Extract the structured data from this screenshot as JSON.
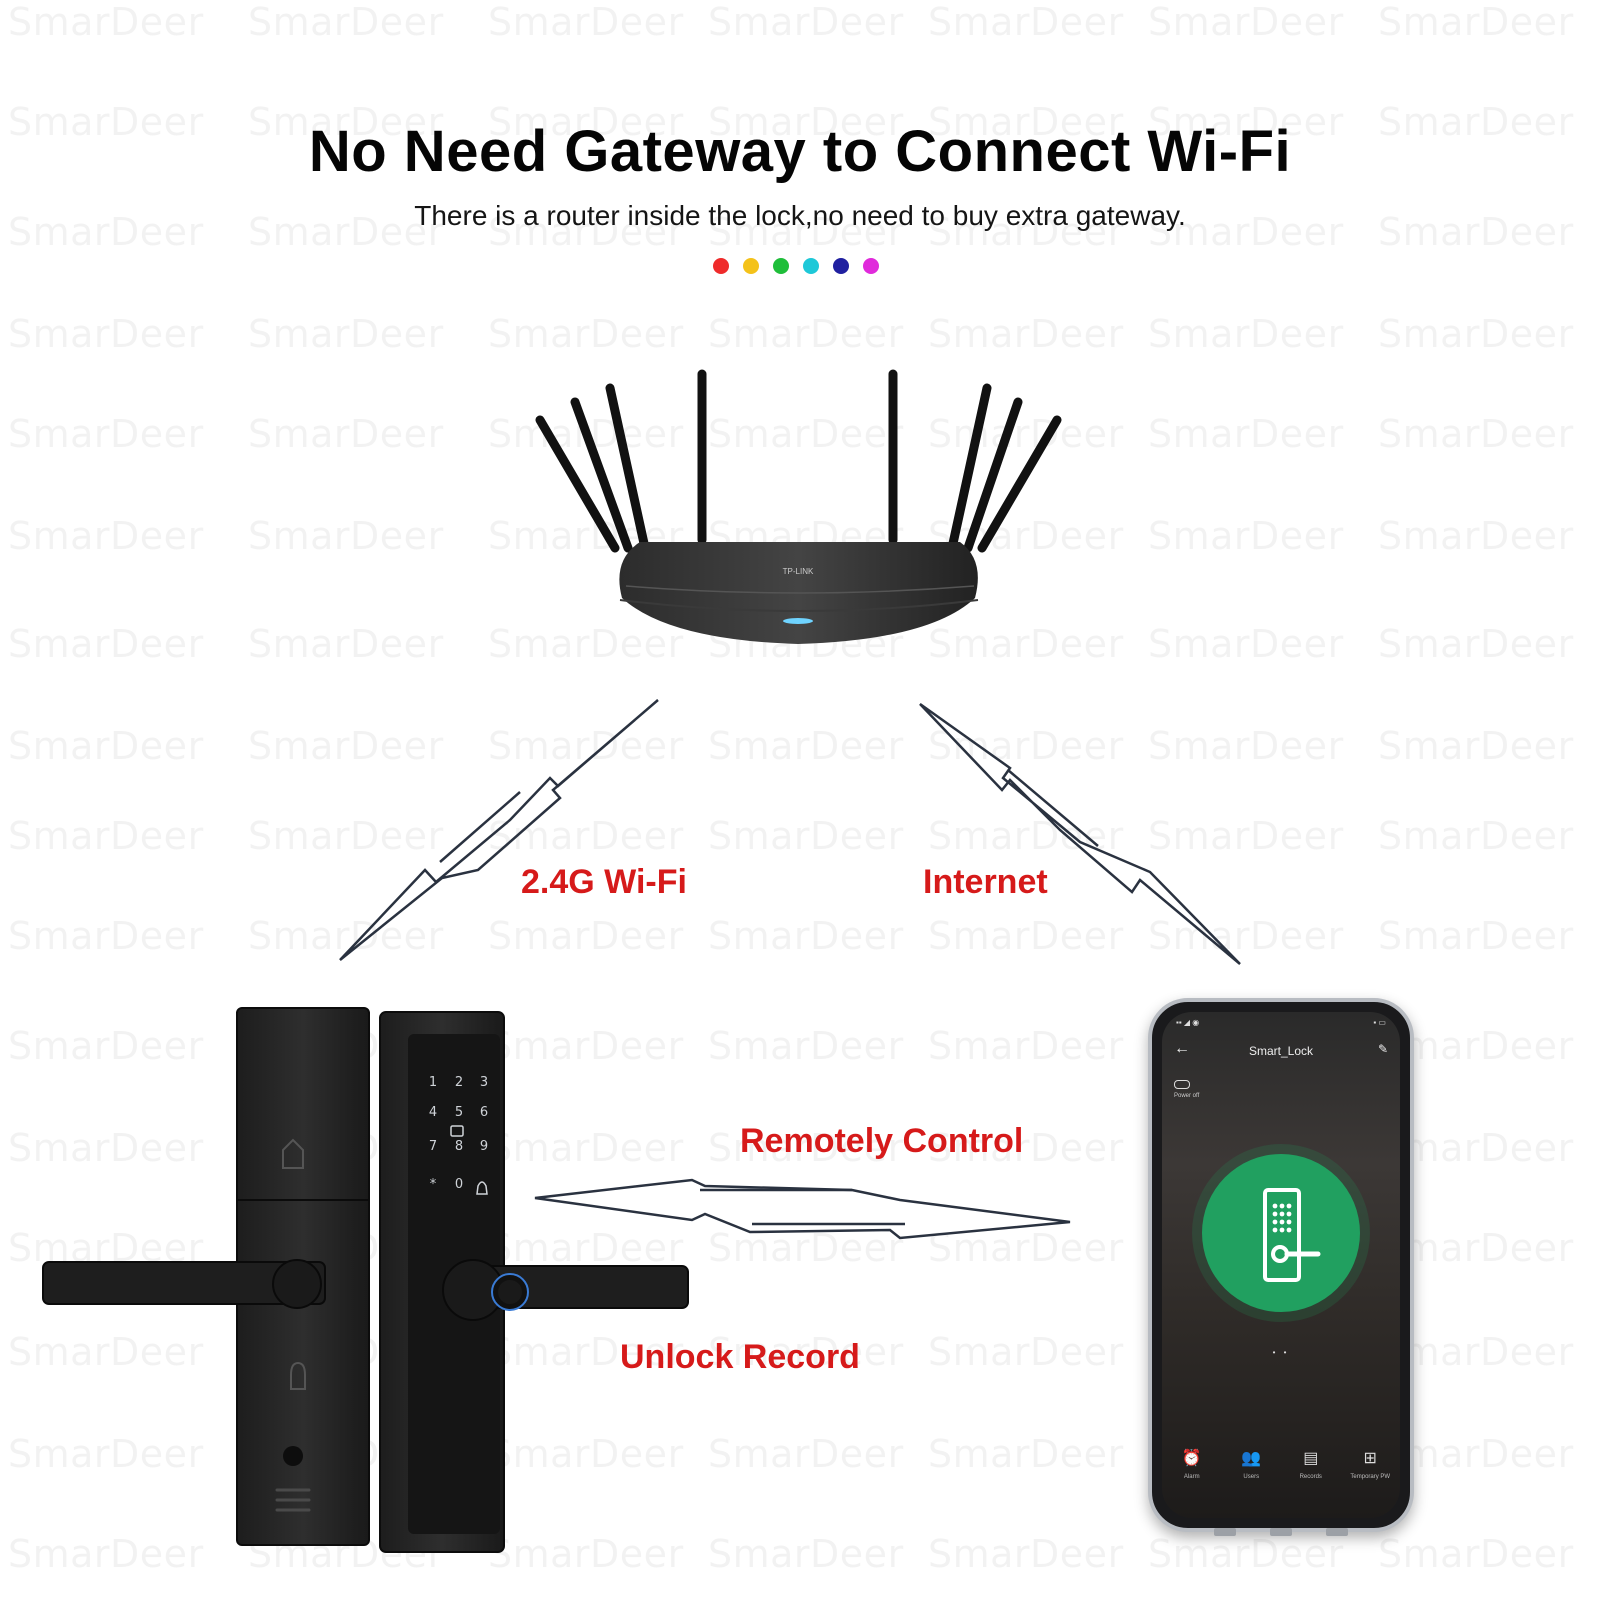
{
  "header": {
    "title": "No Need Gateway to Connect Wi-Fi",
    "subtitle": "There is a router inside the lock,no need to buy extra gateway."
  },
  "color_dots": [
    "#ef2b2b",
    "#f4c21a",
    "#1fbe3a",
    "#1ec8d8",
    "#2020a0",
    "#e02adb"
  ],
  "watermark": "SmarDeer",
  "router": {
    "brand": "TP-LINK"
  },
  "links": {
    "wifi_label": "2.4G Wi-Fi",
    "internet_label": "Internet",
    "remote_control_label": "Remotely Control",
    "unlock_record_label": "Unlock Record"
  },
  "lock": {
    "keypad": [
      "1",
      "2",
      "3",
      "4",
      "5",
      "6",
      "7",
      "8",
      "9",
      "*",
      "0"
    ]
  },
  "phone": {
    "app_title": "Smart_Lock",
    "power_label": "Power off",
    "pager": "• •",
    "tabs": [
      {
        "label": "Alarm",
        "icon": "alarm-icon"
      },
      {
        "label": "Users",
        "icon": "users-icon"
      },
      {
        "label": "Records",
        "icon": "records-icon"
      },
      {
        "label": "Temporary PW",
        "icon": "grid-icon"
      }
    ]
  }
}
